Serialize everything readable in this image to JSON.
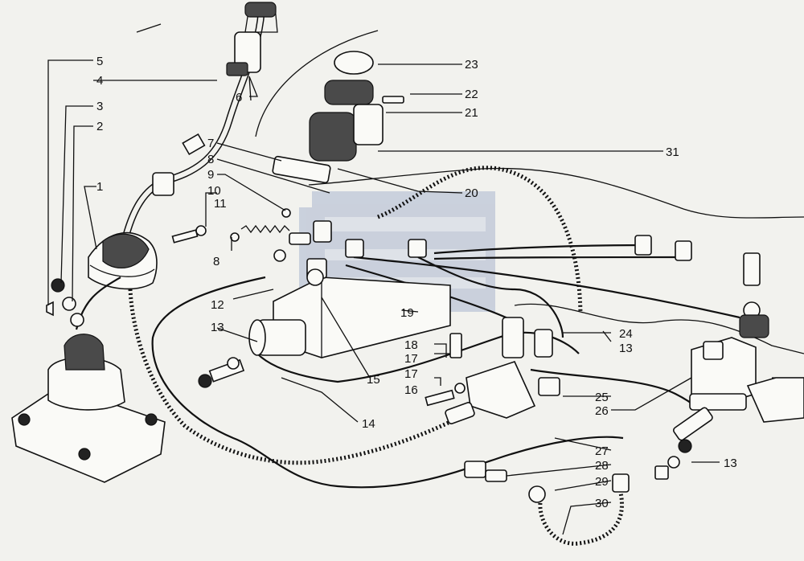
{
  "diagram": {
    "watermark_color": "#9aa8c8",
    "callouts": [
      {
        "id": "c5",
        "text": "5"
      },
      {
        "id": "c4",
        "text": "4"
      },
      {
        "id": "c3",
        "text": "3"
      },
      {
        "id": "c2",
        "text": "2"
      },
      {
        "id": "c1",
        "text": "1"
      },
      {
        "id": "c6",
        "text": "6"
      },
      {
        "id": "c7",
        "text": "7"
      },
      {
        "id": "c8a",
        "text": "8"
      },
      {
        "id": "c9",
        "text": "9"
      },
      {
        "id": "c10",
        "text": "10"
      },
      {
        "id": "c11",
        "text": "11"
      },
      {
        "id": "c8b",
        "text": "8"
      },
      {
        "id": "c12",
        "text": "12"
      },
      {
        "id": "c13a",
        "text": "13"
      },
      {
        "id": "c14",
        "text": "14"
      },
      {
        "id": "c15",
        "text": "15"
      },
      {
        "id": "c16",
        "text": "16"
      },
      {
        "id": "c17a",
        "text": "17"
      },
      {
        "id": "c17b",
        "text": "17"
      },
      {
        "id": "c18",
        "text": "18"
      },
      {
        "id": "c19",
        "text": "19"
      },
      {
        "id": "c20",
        "text": "20"
      },
      {
        "id": "c21",
        "text": "21"
      },
      {
        "id": "c22",
        "text": "22"
      },
      {
        "id": "c23",
        "text": "23"
      },
      {
        "id": "c31",
        "text": "31"
      },
      {
        "id": "c24",
        "text": "24"
      },
      {
        "id": "c13b",
        "text": "13"
      },
      {
        "id": "c25",
        "text": "25"
      },
      {
        "id": "c26",
        "text": "26"
      },
      {
        "id": "c27",
        "text": "27"
      },
      {
        "id": "c28",
        "text": "28"
      },
      {
        "id": "c29",
        "text": "29"
      },
      {
        "id": "c30",
        "text": "30"
      },
      {
        "id": "c13c",
        "text": "13"
      }
    ]
  }
}
